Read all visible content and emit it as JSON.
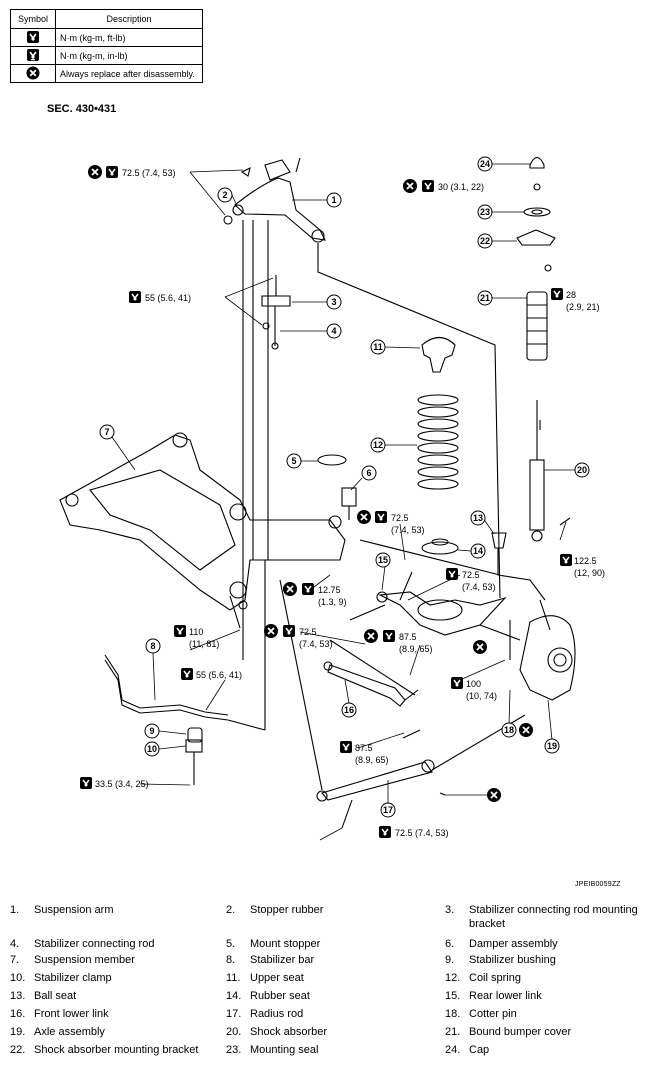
{
  "legend": {
    "header_symbol": "Symbol",
    "header_description": "Description",
    "rows": [
      {
        "icon": "torque-wrench-icon",
        "description": "N·m (kg-m, ft-lb)"
      },
      {
        "icon": "torque-wrench-inlb-icon",
        "description": "N·m (kg-m, in-lb)"
      },
      {
        "icon": "replace-x-icon",
        "description": "Always replace after disassembly."
      }
    ]
  },
  "section": "SEC. 430•431",
  "callouts": {
    "c1": "1",
    "c2": "2",
    "c3": "3",
    "c4": "4",
    "c5": "5",
    "c6": "6",
    "c7": "7",
    "c8": "8",
    "c9": "9",
    "c10": "10",
    "c11": "11",
    "c12": "12",
    "c13": "13",
    "c14": "14",
    "c15": "15",
    "c16": "16",
    "c17": "17",
    "c18": "18",
    "c19": "19",
    "c20": "20",
    "c21": "21",
    "c22": "22",
    "c23": "23",
    "c24": "24"
  },
  "torque": {
    "t1": "72.5 (7.4, 53)",
    "t2": "30 (3.1, 22)",
    "t3a": "28",
    "t3b": "(2.9, 21)",
    "t4": "55 (5.6, 41)",
    "t5a": "72.5",
    "t5b": "(7.4, 53)",
    "t6a": "122.5",
    "t6b": "(12, 90)",
    "t7a": "72.5",
    "t7b": "(7.4, 53)",
    "t8a": "12.75",
    "t8b": "(1.3, 9)",
    "t9a": "110",
    "t9b": "(11, 81)",
    "t10a": "72.5",
    "t10b": "(7.4, 53)",
    "t11a": "87.5",
    "t11b": "(8.9, 65)",
    "t12": "55 (5.6, 41)",
    "t13a": "100",
    "t13b": "(10, 74)",
    "t14a": "87.5",
    "t14b": "(8.9, 65)",
    "t15": "33.5 (3.4, 25)",
    "t16": "72.5 (7.4, 53)"
  },
  "figure_ref": "JPEIB0059ZZ",
  "parts": [
    {
      "n": "1.",
      "label": "Suspension arm"
    },
    {
      "n": "2.",
      "label": "Stopper rubber"
    },
    {
      "n": "3.",
      "label": "Stabilizer connecting rod mounting bracket"
    },
    {
      "n": "4.",
      "label": "Stabilizer connecting rod"
    },
    {
      "n": "5.",
      "label": "Mount stopper"
    },
    {
      "n": "6.",
      "label": "Damper assembly"
    },
    {
      "n": "7.",
      "label": "Suspension member"
    },
    {
      "n": "8.",
      "label": "Stabilizer bar"
    },
    {
      "n": "9.",
      "label": "Stabilizer bushing"
    },
    {
      "n": "10.",
      "label": "Stabilizer clamp"
    },
    {
      "n": "11.",
      "label": "Upper seat"
    },
    {
      "n": "12.",
      "label": "Coil spring"
    },
    {
      "n": "13.",
      "label": "Ball seat"
    },
    {
      "n": "14.",
      "label": "Rubber seat"
    },
    {
      "n": "15.",
      "label": "Rear lower link"
    },
    {
      "n": "16.",
      "label": "Front lower link"
    },
    {
      "n": "17.",
      "label": "Radius rod"
    },
    {
      "n": "18.",
      "label": "Cotter pin"
    },
    {
      "n": "19.",
      "label": "Axle assembly"
    },
    {
      "n": "20.",
      "label": "Shock absorber"
    },
    {
      "n": "21.",
      "label": "Bound bumper cover"
    },
    {
      "n": "22.",
      "label": "Shock absorber mounting bracket"
    },
    {
      "n": "23.",
      "label": "Mounting seal"
    },
    {
      "n": "24.",
      "label": "Cap"
    }
  ]
}
